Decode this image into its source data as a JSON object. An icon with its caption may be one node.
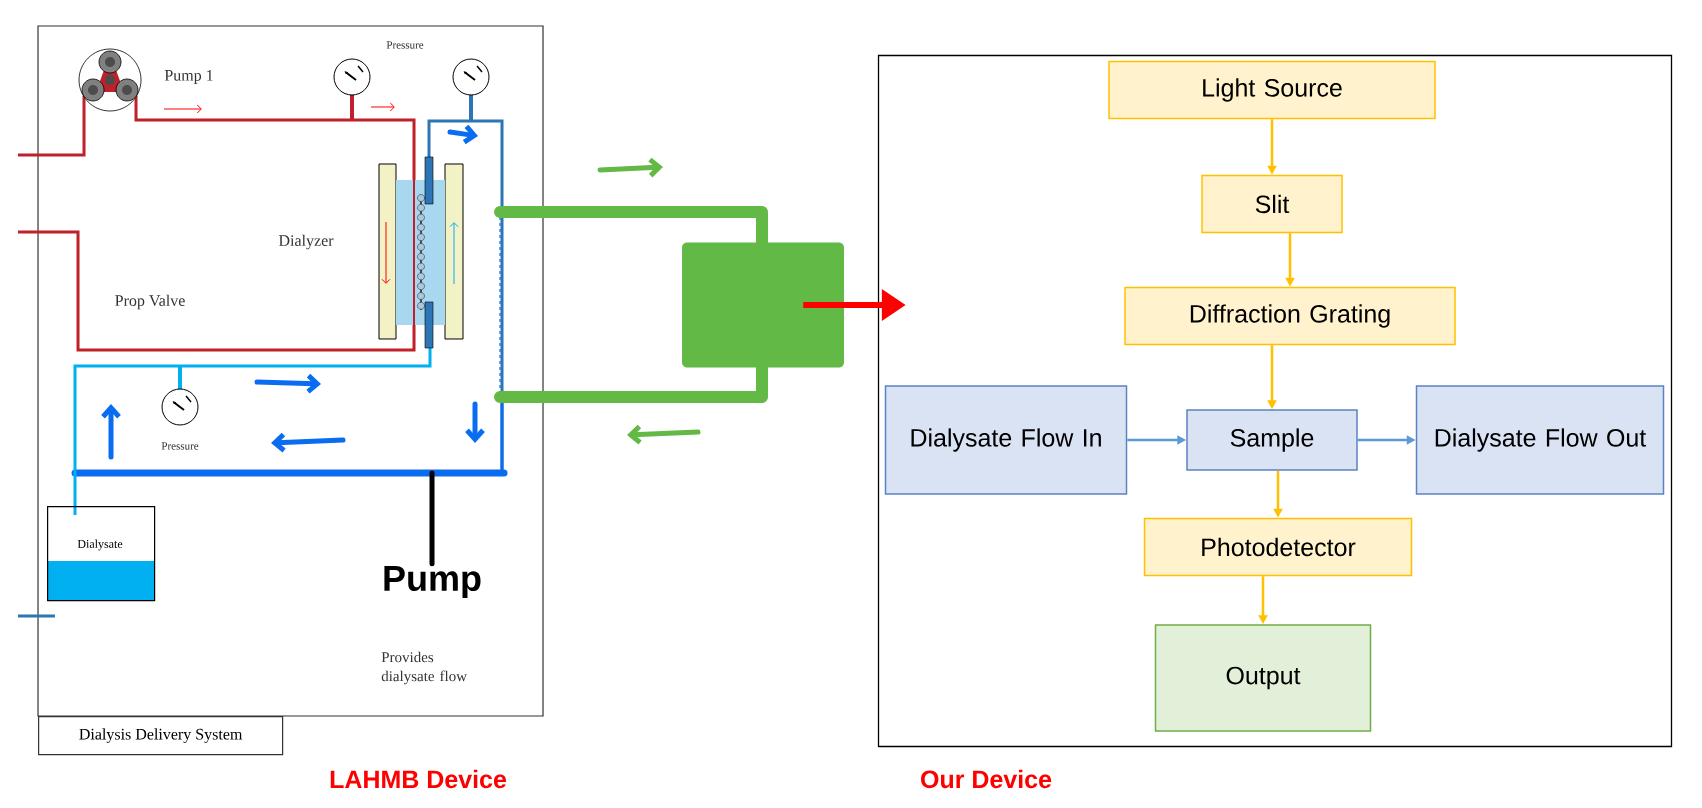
{
  "diagram": {
    "nodes": [
      {
        "text": [
          "Dialysate"
        ]
      },
      {
        "text": [
          "Pump"
        ]
      },
      {
        "text": [
          "Dialysis Delivery System"
        ]
      },
      {
        "text": [],
        "shape": "box"
      },
      {
        "text": [],
        "shape": "box"
      },
      {
        "text": [
          "Light Source"
        ],
        "in": 4
      },
      {
        "text": [
          "Slit"
        ],
        "in": 4
      },
      {
        "text": [
          "Diffraction Grating"
        ],
        "in": 4
      },
      {
        "text": [
          "Dialysate Flow In"
        ],
        "in": 4
      },
      {
        "text": [
          "Sample"
        ],
        "in": 4
      },
      {
        "text": [
          "Dialysate Flow Out"
        ],
        "in": 4
      },
      {
        "text": [
          "Photodetector"
        ],
        "in": 4
      },
      {
        "text": [
          "Output"
        ],
        "in": 4
      }
    ],
    "edges": [
      {
        "from": 1,
        "to": null,
        "arrow": "none",
        "color": "#000000"
      },
      {
        "from": 3,
        "to": 4,
        "arrow": "to",
        "style": "thick",
        "color": "#ff0000"
      },
      {
        "from": 5,
        "to": 6,
        "arrow": "to"
      },
      {
        "from": 6,
        "to": 7,
        "arrow": "to"
      },
      {
        "from": 7,
        "to": 9,
        "arrow": "to"
      },
      {
        "from": 8,
        "to": 9,
        "arrow": "to",
        "color": "#5b9bd5"
      },
      {
        "from": 9,
        "to": 10,
        "arrow": "to",
        "color": "#5b9bd5"
      },
      {
        "from": 9,
        "to": 11,
        "arrow": "to"
      },
      {
        "from": 11,
        "to": 12,
        "arrow": "to"
      }
    ],
    "labels": [
      "Pressure",
      "Pump 1",
      "Dialyzer",
      "Prop Valve",
      "Pressure",
      "Provides dialysate flow",
      "LAHMB Device",
      "Our Device"
    ]
  }
}
